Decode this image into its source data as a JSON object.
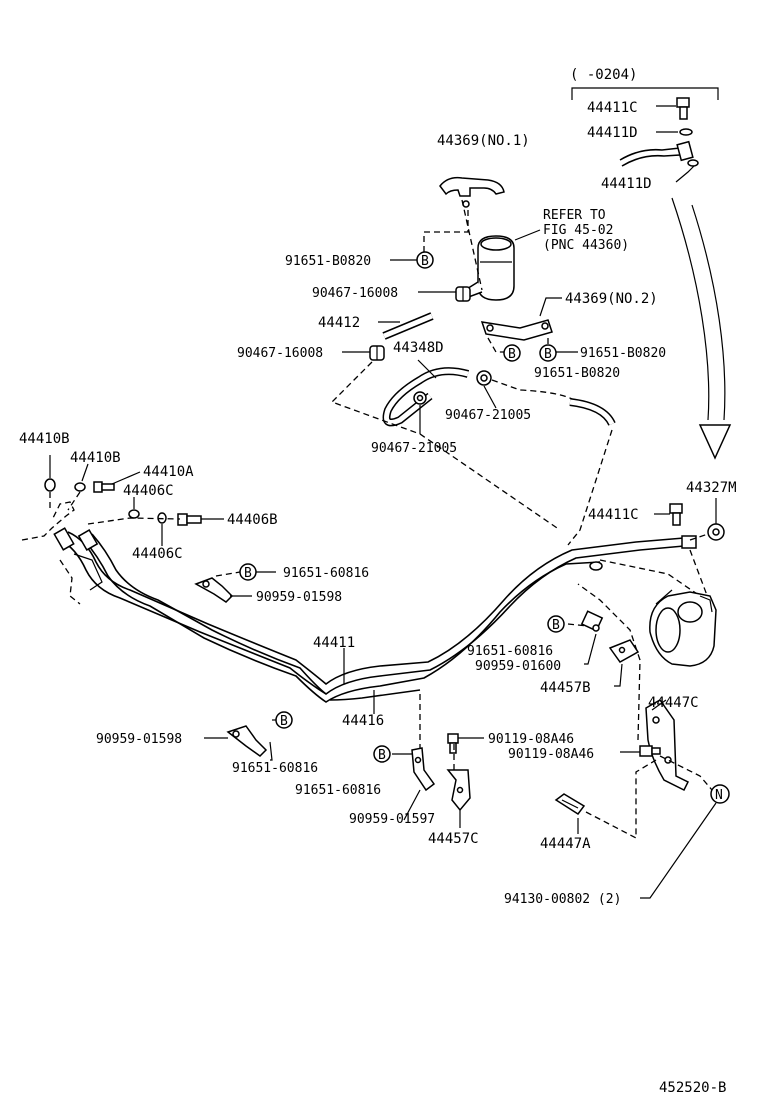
{
  "variant": {
    "range_label": "(    -0204)"
  },
  "refer": {
    "line1": "REFER TO",
    "line2": "FIG 45-02",
    "line3": "(PNC 44360)"
  },
  "labels": [
    {
      "id": "44411C_top",
      "text": "44411C"
    },
    {
      "id": "44411D_a",
      "text": "44411D"
    },
    {
      "id": "44411D_b",
      "text": "44411D"
    },
    {
      "id": "44369_no1",
      "text": "44369(NO.1)"
    },
    {
      "id": "91651-B0820_a",
      "text": "91651-B0820"
    },
    {
      "id": "90467-16008_a",
      "text": "90467-16008"
    },
    {
      "id": "44369_no2",
      "text": "44369(NO.2)"
    },
    {
      "id": "44412",
      "text": "44412"
    },
    {
      "id": "90467-16008_b",
      "text": "90467-16008"
    },
    {
      "id": "44348D",
      "text": "44348D"
    },
    {
      "id": "91651-B0820_b",
      "text": "91651-B0820"
    },
    {
      "id": "91651-B0820_c",
      "text": "91651-B0820"
    },
    {
      "id": "90467-21005_a",
      "text": "90467-21005"
    },
    {
      "id": "90467-21005_b",
      "text": "90467-21005"
    },
    {
      "id": "44410B_a",
      "text": "44410B"
    },
    {
      "id": "44410B_b",
      "text": "44410B"
    },
    {
      "id": "44410A",
      "text": "44410A"
    },
    {
      "id": "44406C_a",
      "text": "44406C"
    },
    {
      "id": "44406B",
      "text": "44406B"
    },
    {
      "id": "44406C_b",
      "text": "44406C"
    },
    {
      "id": "44327M",
      "text": "44327M"
    },
    {
      "id": "44411C_mid",
      "text": "44411C"
    },
    {
      "id": "91651-60816_a",
      "text": "91651-60816"
    },
    {
      "id": "90959-01598_a",
      "text": "90959-01598"
    },
    {
      "id": "91651-60816_b",
      "text": "91651-60816"
    },
    {
      "id": "90959-01600",
      "text": "90959-01600"
    },
    {
      "id": "44411",
      "text": "44411"
    },
    {
      "id": "44457B",
      "text": "44457B"
    },
    {
      "id": "44447C",
      "text": "44447C"
    },
    {
      "id": "44416",
      "text": "44416"
    },
    {
      "id": "90959-01598_b",
      "text": "90959-01598"
    },
    {
      "id": "90119-08A46_a",
      "text": "90119-08A46"
    },
    {
      "id": "90119-08A46_b",
      "text": "90119-08A46"
    },
    {
      "id": "91651-60816_c",
      "text": "91651-60816"
    },
    {
      "id": "91651-60816_d",
      "text": "91651-60816"
    },
    {
      "id": "90959-01597",
      "text": "90959-01597"
    },
    {
      "id": "44457C",
      "text": "44457C"
    },
    {
      "id": "44447A",
      "text": "44447A"
    },
    {
      "id": "94130-00802",
      "text": "94130-00802 (2)"
    }
  ],
  "markers": {
    "b": "B",
    "n": "N"
  },
  "figure_code": "452520-B"
}
